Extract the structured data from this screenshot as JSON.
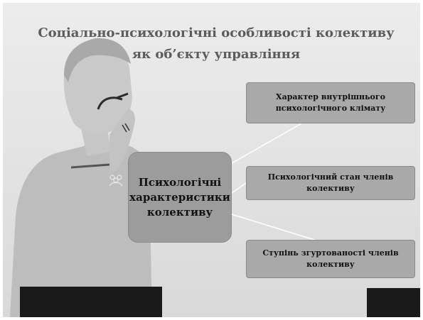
{
  "title": "Соціально-психологічні особливості колективу як об’єкту управління",
  "center": {
    "label": "Психологічні характеристики колективу"
  },
  "items": [
    {
      "label": "Характер внутрішнього психологічного клімату"
    },
    {
      "label": "Психологічний стан членів колективу"
    },
    {
      "label": "Ступінь згуртованості членів колективу"
    }
  ],
  "colors": {
    "background": "#e6e6e6",
    "title": "#5c5c5c",
    "center_box": "#9c9c9c",
    "side_box": "#a9a9a9",
    "connector": "#ffffff"
  },
  "icons": {
    "person": "person-silhouette",
    "group": "group-people-icon"
  }
}
